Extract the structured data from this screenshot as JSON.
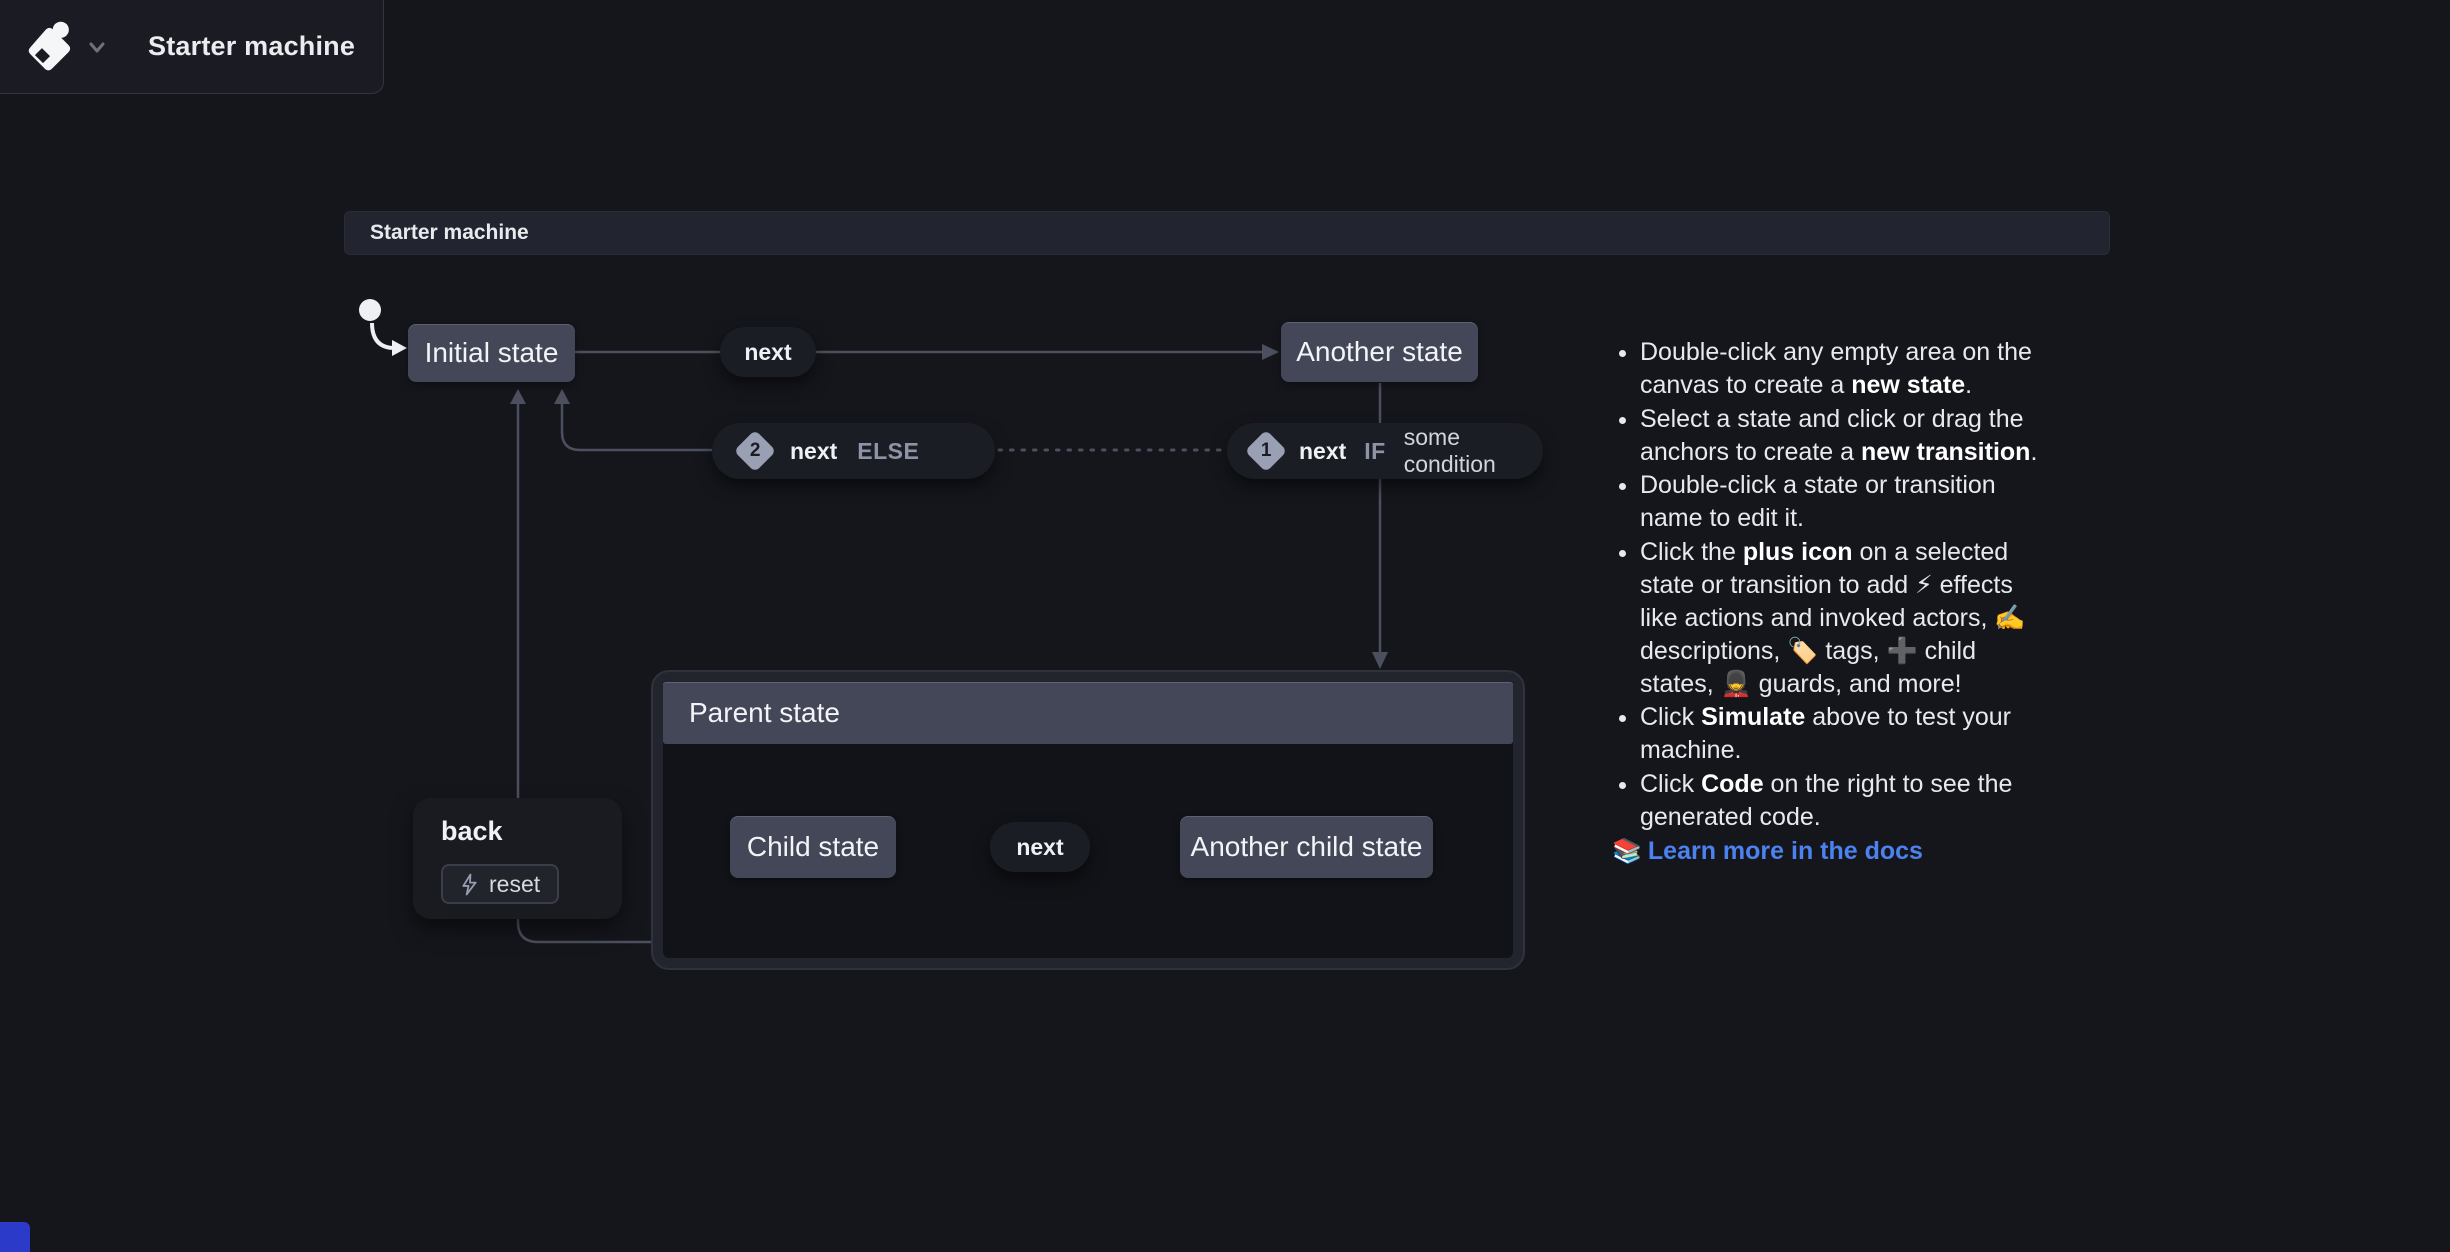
{
  "app": {
    "title": "Starter machine"
  },
  "canvas": {
    "machine_header": "Starter machine",
    "states": {
      "initial": "Initial state",
      "another": "Another state",
      "parent": "Parent state",
      "child": "Child state",
      "another_child": "Another child state"
    },
    "transitions": {
      "next1": {
        "event": "next"
      },
      "next_else": {
        "badge": "2",
        "event": "next",
        "guard": "ELSE"
      },
      "next_if": {
        "badge": "1",
        "event": "next",
        "keyword": "IF",
        "guard": "some condition"
      },
      "child_next": {
        "event": "next"
      },
      "back": {
        "event": "back",
        "action": "reset"
      }
    }
  },
  "instructions": {
    "bullets": [
      {
        "s0": "Double-click any empty area on the canvas to create a ",
        "s1": "new state",
        "s2": "."
      },
      {
        "s0": "Select a state and click or drag the anchors to create a ",
        "s1": "new transition",
        "s2": "."
      },
      {
        "s0": "Double-click a state or transition name to edit it.",
        "s1": "",
        "s2": ""
      },
      {
        "s0": "Click the ",
        "s1": "plus icon",
        "s2": " on a selected state or transition to add ⚡ effects like actions and invoked actors, ✍️ descriptions, 🏷️ tags, ➕ child states, 💂 guards, and more!"
      },
      {
        "s0": "Click ",
        "s1": "Simulate",
        "s2": " above to test your machine."
      },
      {
        "s0": "Click ",
        "s1": "Code",
        "s2": " on the right to see the generated code."
      }
    ],
    "link": {
      "emoji": "📚",
      "label": "Learn more in the docs"
    }
  },
  "colors": {
    "canvas_bg": "#15161c",
    "panel_bg": "#1b1c23",
    "state_bg": "#444757",
    "pill_bg": "#1b1d24",
    "edge": "#4c505e",
    "diamond_badge": "#9aa0b4",
    "link_blue": "#4b82f0",
    "corner_blue": "#2b3ac9"
  }
}
